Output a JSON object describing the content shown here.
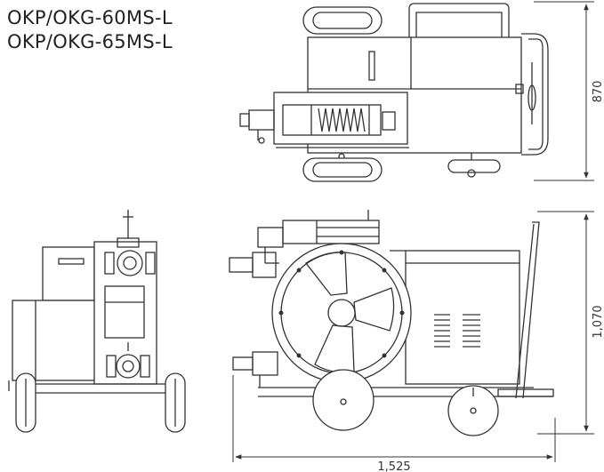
{
  "models": [
    "OKP/OKG-60MS-L",
    "OKP/OKG-65MS-L"
  ],
  "dimensions": {
    "width": "870",
    "height": "1,070",
    "length": "1,525"
  }
}
